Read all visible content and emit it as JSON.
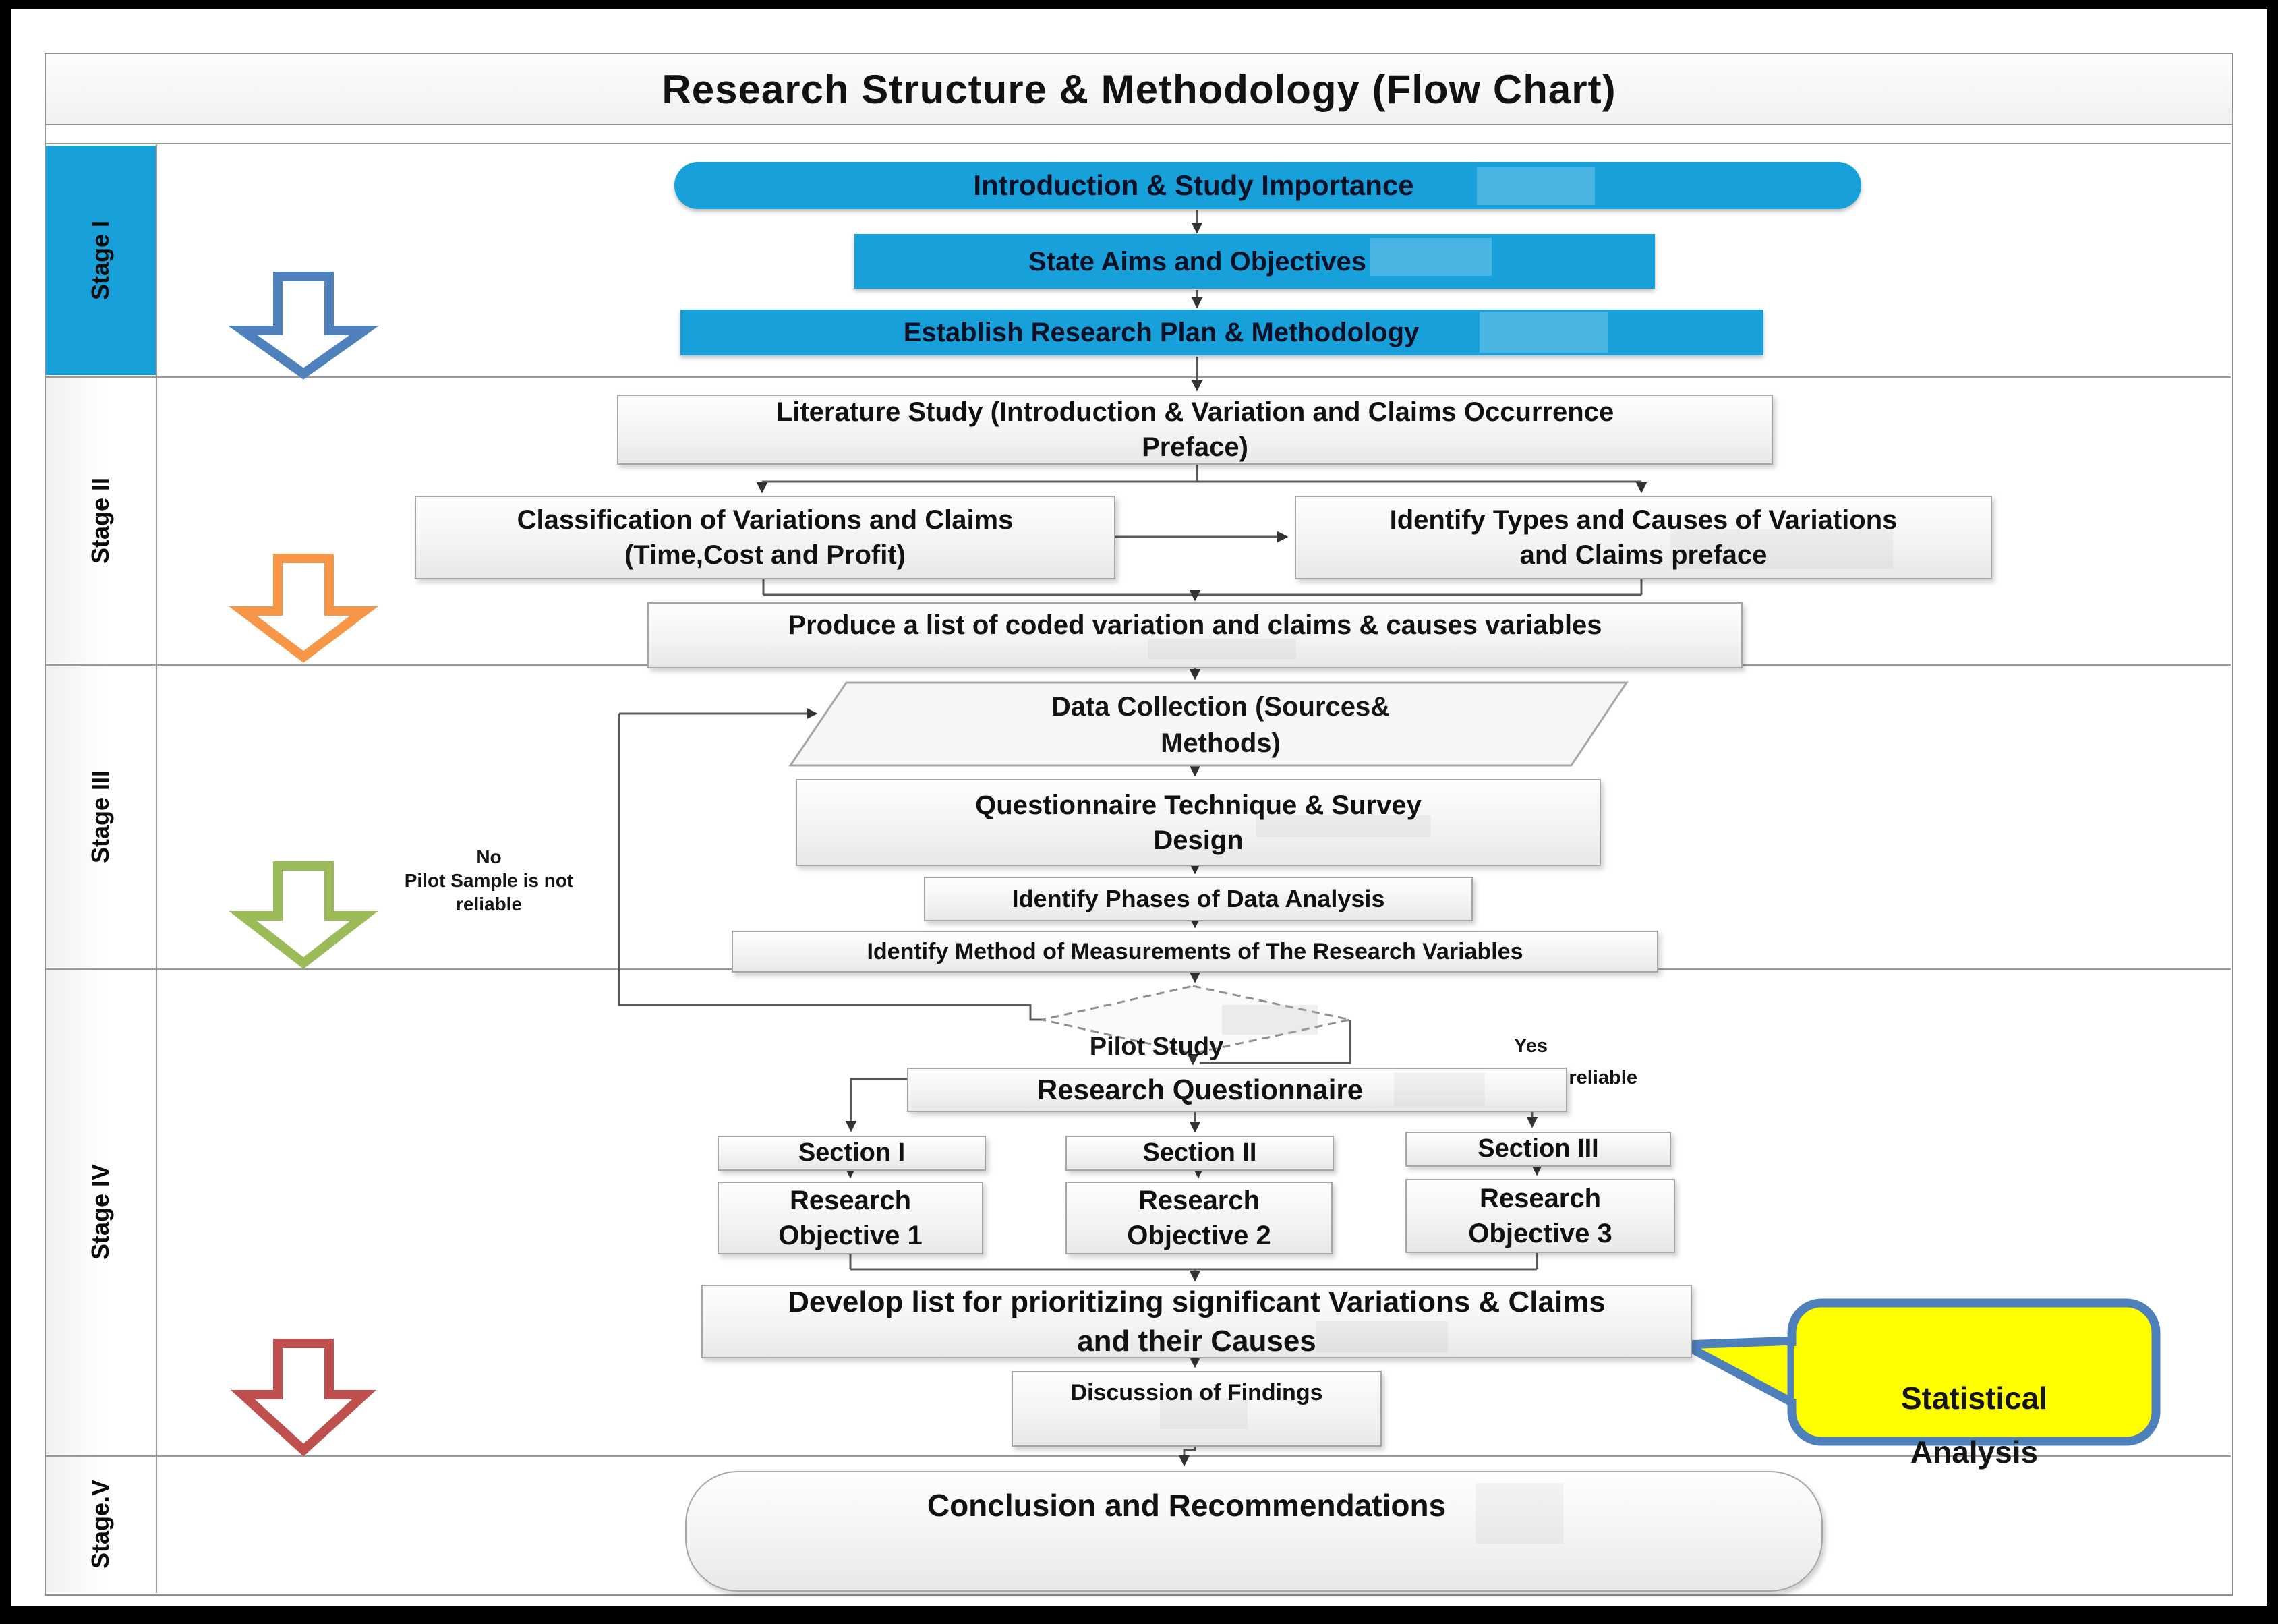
{
  "title": "Research Structure & Methodology (Flow Chart)",
  "stages": {
    "s1": "Stage I",
    "s2": "Stage II",
    "s3": "Stage III",
    "s4": "Stage IV",
    "s5": "Stage.V"
  },
  "stage1": {
    "intro": "Introduction & Study Importance",
    "aims": "State Aims and Objectives",
    "establish": "Establish Research Plan & Methodology"
  },
  "stage2": {
    "literature": "Literature Study (Introduction & Variation and Claims Occurrence\nPreface)",
    "classification": "Classification of Variations and Claims\n(Time,Cost and Profit)",
    "identify_types": "Identify Types and Causes of Variations\nand Claims preface",
    "produce": "Produce a list of coded variation and claims & causes variables"
  },
  "stage3": {
    "data_collection": "Data Collection (Sources&\nMethods)",
    "questionnaire_design": "Questionnaire Technique & Survey\nDesign",
    "phases": "Identify Phases of Data Analysis",
    "method": "Identify Method of Measurements of The Research Variables",
    "no_label": "No\nPilot Sample is not\nreliable"
  },
  "stage4": {
    "pilot": "Pilot Study",
    "yes_label": "Yes\nPilot Sample is  reliable",
    "research_questionnaire": "Research Questionnaire",
    "sections": [
      "Section I",
      "Section II",
      "Section III"
    ],
    "objectives": [
      "Research\nObjective 1",
      "Research\nObjective 2",
      "Research\nObjective  3"
    ],
    "develop": "Develop list for prioritizing significant Variations & Claims\nand their Causes",
    "discussion": "Discussion of Findings",
    "callout": "Statistical\nAnalysis"
  },
  "stage5": {
    "conclusion": "Conclusion and Recommendations"
  },
  "colors": {
    "stage1_fill": "#18A0DB",
    "arrow_blue": "#4F81BD",
    "arrow_orange": "#F79646",
    "arrow_green": "#9BBB59",
    "arrow_red": "#C0504D",
    "callout_fill": "#FFFF00",
    "callout_border": "#4E81BC",
    "connector": "#5a5a5a"
  }
}
